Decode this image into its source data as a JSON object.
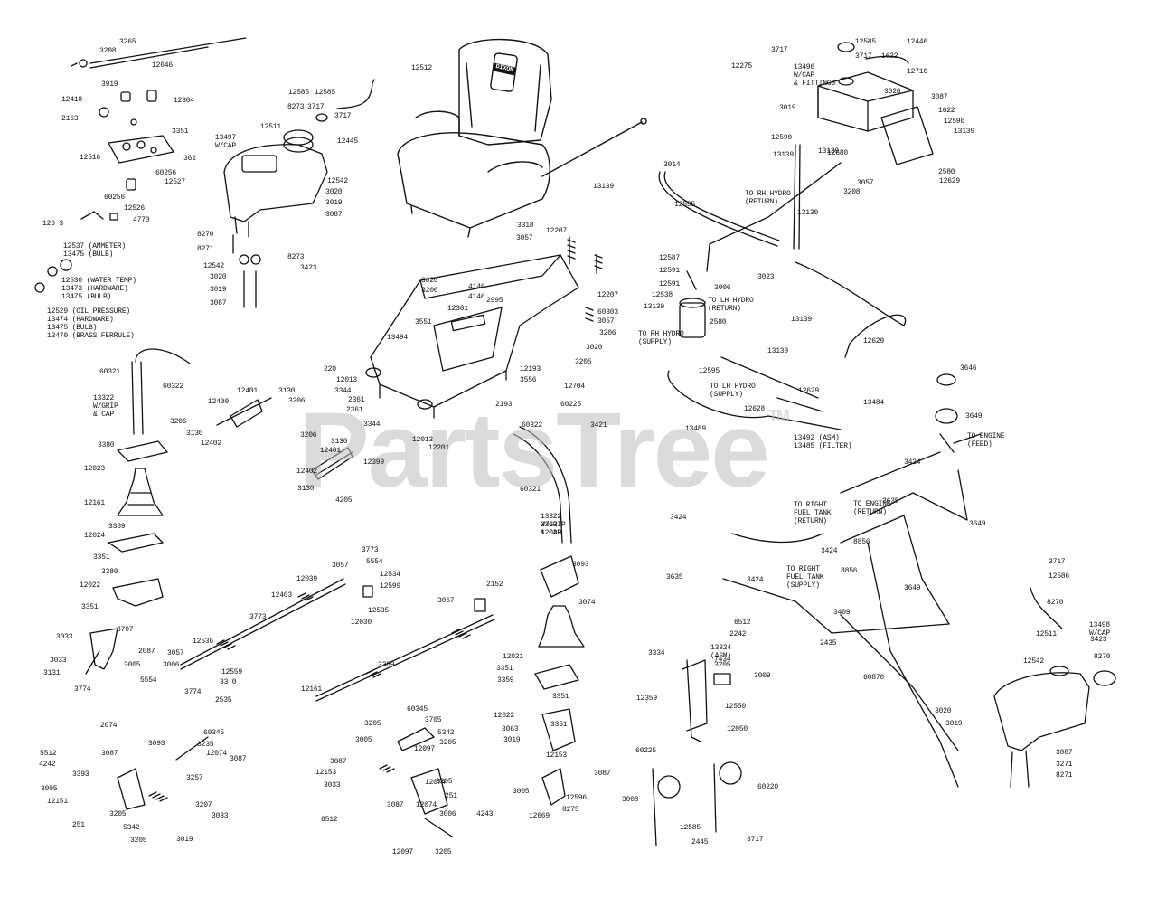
{
  "watermark": {
    "text": "PartsTree",
    "mark": "TM"
  },
  "seat_brand": "DIXON",
  "labels": [
    "3265",
    "3208",
    "12646",
    "3919",
    "12304",
    "12418",
    "2163",
    "3351",
    "12516",
    "362",
    "60256",
    "12527",
    "60256",
    "12526",
    "4770",
    "126 3",
    "12537 (AMMETER)",
    "13475 (BULB)",
    "12530 (WATER TEMP)",
    "13473 (HARDWARE)",
    "13475 (BULB)",
    "12529 (OIL PRESSURE)",
    "13474 (HARDWARE)",
    "13475 (BULB)",
    "13470 (BRASS FERRULE)",
    "12512",
    "12585",
    "3717",
    "12585",
    "8273",
    "3717",
    "12511",
    "13497\nW/CAP",
    "12445",
    "12542",
    "3020",
    "3019",
    "3087",
    "8270",
    "8271",
    "8273",
    "3423",
    "12542",
    "3020",
    "3019",
    "3087",
    "60321",
    "60322",
    "13322\nW/GRIP\n& CAP",
    "3380",
    "12023",
    "12161",
    "3389",
    "3351",
    "12024",
    "3380",
    "12022",
    "3351",
    "12401",
    "3130",
    "12400",
    "3206",
    "3206",
    "3130",
    "12402",
    "3206",
    "3130",
    "12401",
    "12399",
    "12402",
    "3130",
    "4205",
    "3318",
    "12207",
    "3057",
    "3020",
    "3206",
    "4146",
    "4146",
    "2995",
    "12301",
    "12207",
    "3551",
    "60303",
    "3057",
    "3206",
    "3020",
    "3205",
    "13494",
    "220",
    "12013",
    "3344",
    "2361",
    "2361",
    "3344",
    "12193",
    "3556",
    "12013",
    "12201",
    "2193",
    "12704",
    "60225",
    "3421",
    "60322",
    "60321",
    "13322\nW/GRIP\n& CAP",
    "3363",
    "12023",
    "3093",
    "3074",
    "3773",
    "3057",
    "5554",
    "12039",
    "12534",
    "12403",
    "12599",
    "12535",
    "12030",
    "3773",
    "12536",
    "2152",
    "3067",
    "3033",
    "3707",
    "3033",
    "2087",
    "3005",
    "3131",
    "3774",
    "3057",
    "3006",
    "12559",
    "5554",
    "33 0",
    "3774",
    "2535",
    "12161",
    "3389",
    "12021",
    "3351",
    "3359",
    "3351",
    "12022",
    "3351",
    "3063",
    "3019",
    "60345",
    "3705",
    "3205",
    "5342",
    "3005",
    "12097",
    "3205",
    "12074",
    "3087",
    "251",
    "12153",
    "3033",
    "3087",
    "12074",
    "3205",
    "4243",
    "6512",
    "3006",
    "12097",
    "3205",
    "2074",
    "3087",
    "5512",
    "4242",
    "3393",
    "3005",
    "12151",
    "251",
    "3205",
    "5342",
    "3205",
    "3019",
    "3093",
    "60345",
    "3235",
    "3087",
    "12074",
    "3257",
    "3207",
    "3033",
    "12153",
    "3087",
    "3005",
    "12596",
    "12669",
    "8275",
    "3717",
    "12585",
    "13496\nW/CAP\n& FITTINGS",
    "3717",
    "12446",
    "12275",
    "1622",
    "12710",
    "3020",
    "3019",
    "3087",
    "1622",
    "12590",
    "13139",
    "13139",
    "12590",
    "13139",
    "12680",
    "3057",
    "3208",
    "TO RH HYDRO\n(RETURN)",
    "2580",
    "12629",
    "13139",
    "12595",
    "13130",
    "3014",
    "3023",
    "3006",
    "12587",
    "12591",
    "12591",
    "12538",
    "13139",
    "TO LH HYDRO\n(RETURN)",
    "2580",
    "TO RH HYDRO\n(SUPPLY)",
    "13139",
    "12629",
    "13139",
    "12595",
    "TO LH HYDRO\n(SUPPLY)",
    "12628",
    "12629",
    "13484",
    "13492 (ASM)\n13485 (FILTER)",
    "13489",
    "3646",
    "3649",
    "TO ENGINE\n(FEED)",
    "3424",
    "TO ENGINE\n(RETURN)",
    "TO RIGHT\nFUEL TANK\n(RETURN)",
    "3635",
    "3649",
    "3424",
    "3424",
    "8856",
    "TO RIGHT\nFUEL TANK\n(SUPPLY)",
    "8856",
    "3649",
    "3635",
    "3424",
    "3409",
    "2435",
    "60870",
    "6512",
    "2242",
    "13324\n(ASM)",
    "7434",
    "3205",
    "3334",
    "3009",
    "12359",
    "12550",
    "12050",
    "60225",
    "60220",
    "3008",
    "12585",
    "3717",
    "2445",
    "3717",
    "12586",
    "8270",
    "12511",
    "13498\nW/CAP",
    "3423",
    "8270",
    "12542",
    "3020",
    "3019",
    "3087",
    "3271",
    "8271"
  ]
}
